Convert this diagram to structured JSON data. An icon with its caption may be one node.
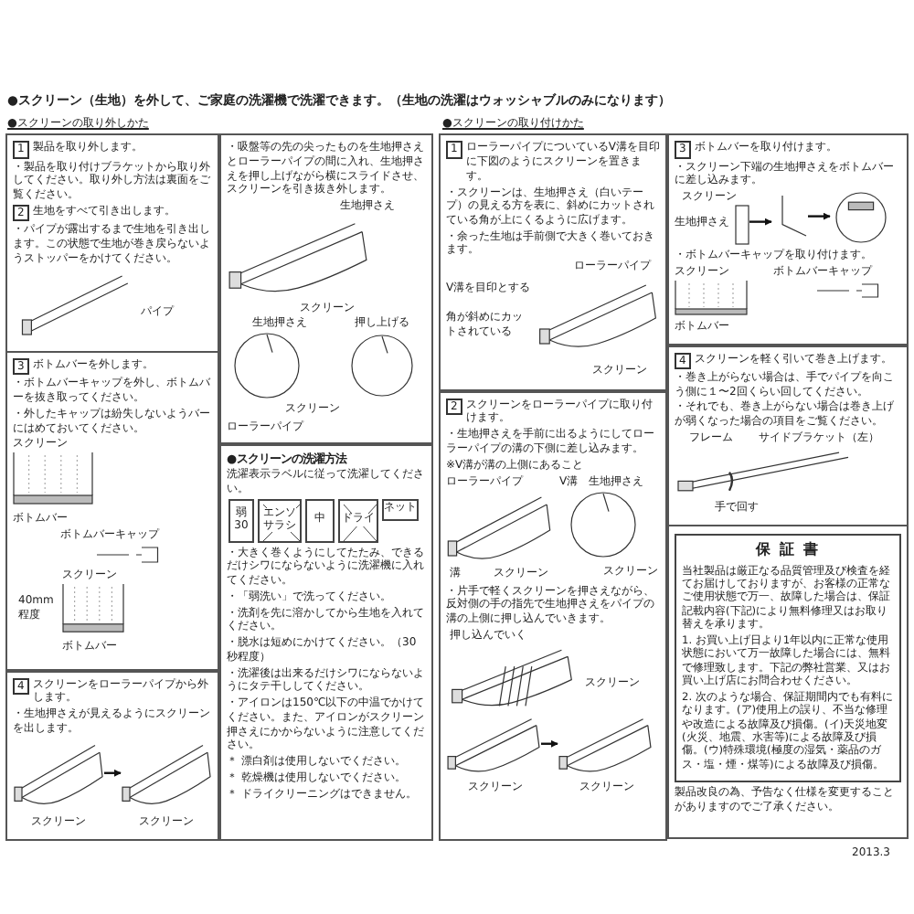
{
  "diagram": {
    "title": "●スクリーン（生地）を外して、ご家庭の洗濯機で洗濯できます。（生地の洗濯はウォッシャブルのみになります）",
    "nodes": [
      {
        "text": [
          "1",
          "製品を取り外します。",
          "・製品を取り付けブラケットから取り外してください。取り外し方法は裏面をご覧ください。",
          "2",
          "生地をすべて引き出します。",
          "・パイプが露出するまで生地を引き出します。この状態で生地が巻き戻らないようストッパーをかけてください。"
        ]
      },
      {
        "text": [],
        "shape": "picture",
        "in": 0,
        "beside": [
          "パイプ"
        ]
      },
      {
        "text": [
          "・吸盤等の先の尖ったものを生地押さえとローラーパイプの間に入れ、生地押さえを押し上げながら横にスライドさせ、スクリーンを引き抜き外します。"
        ]
      },
      {
        "text": [],
        "shape": "picture",
        "in": 2,
        "beside": [
          "生地押さえ",
          "スクリーン"
        ]
      },
      {
        "text": [],
        "shape": "picture",
        "in": 2,
        "beside": [
          "生地押さえ",
          "スクリーン",
          "ローラーパイプ"
        ]
      },
      {
        "text": [],
        "shape": "picture",
        "in": 2,
        "beside": [
          "押し上げる"
        ]
      },
      {
        "text": [
          "3",
          "ボトムバーを外します。",
          "・ボトムバーキャップを外し、ボトムバーを抜き取ってください。",
          "・外したキャップは紛失しないようバーにはめておいてください。"
        ]
      },
      {
        "text": [],
        "shape": "picture",
        "in": 6,
        "beside": [
          "スクリーン",
          "ボトムバー"
        ]
      },
      {
        "text": [],
        "shape": "picture",
        "in": 6,
        "beside": [
          "ボトムバーキャップ"
        ]
      },
      {
        "text": [],
        "shape": "picture",
        "in": 6,
        "beside": [
          "スクリーン",
          "40mm 程度",
          "ボトムバー"
        ]
      },
      {
        "text": [
          "4",
          "スクリーンをローラーパイプから外します。",
          "・生地押さえが見えるようにスクリーンを出します。"
        ]
      },
      {
        "text": [],
        "shape": "picture",
        "in": 10,
        "beside": [
          "スクリーン"
        ]
      },
      {
        "text": [],
        "shape": "picture",
        "in": 10,
        "beside": [
          "スクリーン"
        ]
      },
      {
        "text": [
          "●スクリーンの洗濯方法",
          "洗濯表示ラベルに従って洗濯してください。",
          "・大きく巻くようにしてたたみ、できるだけシワにならないように洗濯機に入れてください。",
          "・「弱洗い」で洗ってください。",
          "・洗剤を先に溶かしてから生地を入れてください。",
          "・脱水は短めにかけてください。（30秒程度）",
          "・洗濯後は出来るだけシワにならないようにタテ干ししてください。",
          "・アイロンは150℃以下の中温でかけてください。また、アイロンがスクリーン押さえにかからないように注意してください。",
          "＊ 漂白剤は使用しないでください。",
          "＊ 乾燥機は使用しないでください。",
          "＊ ドライクリーニングはできません。"
        ]
      },
      {
        "text": [
          "弱",
          "30"
        ],
        "in": 13
      },
      {
        "text": [
          "エンソサラシ"
        ],
        "in": 13
      },
      {
        "text": [
          "中"
        ],
        "in": 13
      },
      {
        "text": [
          "ドライ"
        ],
        "in": 13
      },
      {
        "text": [
          "ネット"
        ],
        "in": 13
      },
      {
        "text": [
          "1",
          "ローラーパイプについているV溝を目印に下図のようにスクリーンを置きます。",
          "・スクリーンは、生地押さえ（白いテープ）の見える方を表に、斜めにカットされている角が上にくるように広げます。",
          "・余った生地は手前側で大きく巻いておきます。"
        ]
      },
      {
        "text": [],
        "shape": "picture",
        "in": 19,
        "beside": [
          "ローラーパイプ",
          "V溝を目印とする",
          "角が斜めにカットされている",
          "スクリーン"
        ]
      },
      {
        "text": [
          "2",
          "スクリーンをローラーパイプに取り付けます。",
          "・生地押さえを手前に出るようにしてローラーパイプの溝の下側に差し込みます。",
          "※V溝が溝の上側にあること",
          "・片手で軽くスクリーンを押さえながら、反対側の手の指先で生地押さえをパイプの溝の上側に押し込んでいきます。"
        ]
      },
      {
        "text": [],
        "shape": "picture",
        "in": 21,
        "beside": [
          "ローラーパイプ",
          "溝",
          "スクリーン"
        ]
      },
      {
        "text": [],
        "shape": "picture",
        "in": 21,
        "beside": [
          "V溝",
          "生地押さえ",
          "スクリーン"
        ]
      },
      {
        "text": [],
        "shape": "picture",
        "in": 21,
        "beside": [
          "押し込んでいく",
          "スクリーン"
        ]
      },
      {
        "text": [],
        "shape": "picture",
        "in": 21,
        "beside": [
          "スクリーン"
        ]
      },
      {
        "text": [],
        "shape": "picture",
        "in": 21,
        "beside": [
          "スクリーン"
        ]
      },
      {
        "text": [
          "3",
          "ボトムバーを取り付けます。",
          "・スクリーン下端の生地押さえをボトムバーに差し込みます。",
          "・ボトムバーキャップを取り付けます。"
        ]
      },
      {
        "text": [],
        "shape": "box",
        "in": 27,
        "beside": [
          "スクリーン",
          "生地押さえ"
        ]
      },
      {
        "text": [],
        "shape": "picture",
        "in": 27
      },
      {
        "text": [],
        "shape": "picture",
        "in": 27
      },
      {
        "text": [],
        "shape": "picture",
        "in": 27,
        "beside": [
          "スクリーン",
          "ボトムバー"
        ]
      },
      {
        "text": [],
        "shape": "picture",
        "in": 27,
        "beside": [
          "ボトムバーキャップ"
        ]
      },
      {
        "text": [
          "4",
          "スクリーンを軽く引いて巻き上げます。",
          "・巻き上がらない場合は、手でパイプを向こう側に１〜2回くらい回してください。",
          "・それでも、巻き上がらない場合は巻き上げが弱くなった場合の項目をご覧ください。"
        ]
      },
      {
        "text": [],
        "shape": "picture",
        "in": 33,
        "beside": [
          "フレーム",
          "サイドブラケット（左）",
          "手で回す"
        ]
      },
      {
        "text": [
          "製品改良の為、予告なく仕様を変更することがありますのでご了承ください。"
        ]
      },
      {
        "text": [
          "保 証 書",
          "当社製品は厳正なる品質管理及び検査を経てお届けしておりますが、お客様の正常なご使用状態で万一、故障した場合は、保証記載内容(下記)により無料修理又はお取り替えを承ります。",
          "1. お買い上げ日より1年以内に正常な使用状態において万一故障した場合には、無料で修理致します。下記の弊社営業、又はお買い上げ店にお問合わせください。",
          "2. 次のような場合、保証期間内でも有料になります。(ア)使用上の誤り、不当な修理や改造による故障及び損傷。(イ)天災地変(火災、地震、水害等)による故障及び損傷。(ウ)特殊環境(極度の湿気・薬品のガス・塩・煙・煤等)による故障及び損傷。"
        ],
        "in": 35
      }
    ],
    "edges": [
      {
        "from": 11,
        "to": 12,
        "arrow": "to"
      },
      {
        "from": 25,
        "to": 26,
        "arrow": "to"
      },
      {
        "from": 28,
        "to": 29,
        "arrow": "to"
      },
      {
        "from": 29,
        "to": 30,
        "arrow": "to"
      }
    ],
    "labels": [
      "●スクリーンの取り外しかた",
      "●スクリーンの取り付けかた",
      "2013.3"
    ]
  }
}
